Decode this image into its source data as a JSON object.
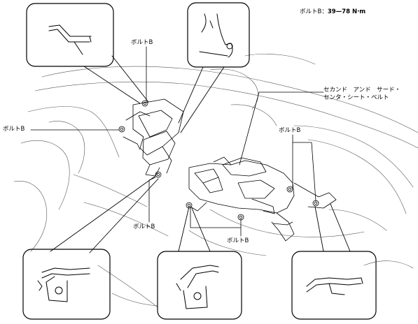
{
  "torque_note": {
    "label": "ボルトB：",
    "value": "39—78 N·m"
  },
  "labels": {
    "bolt_top": "ボルトB",
    "bolt_left": "ボルトB",
    "bolt_right": "ボルトB",
    "bolt_lower_left": "ボルトB",
    "bolt_lower_center": "ボルトB",
    "seat_belt": "セカンド　アンド　サード・\nセンタ・シート・ベルト"
  }
}
